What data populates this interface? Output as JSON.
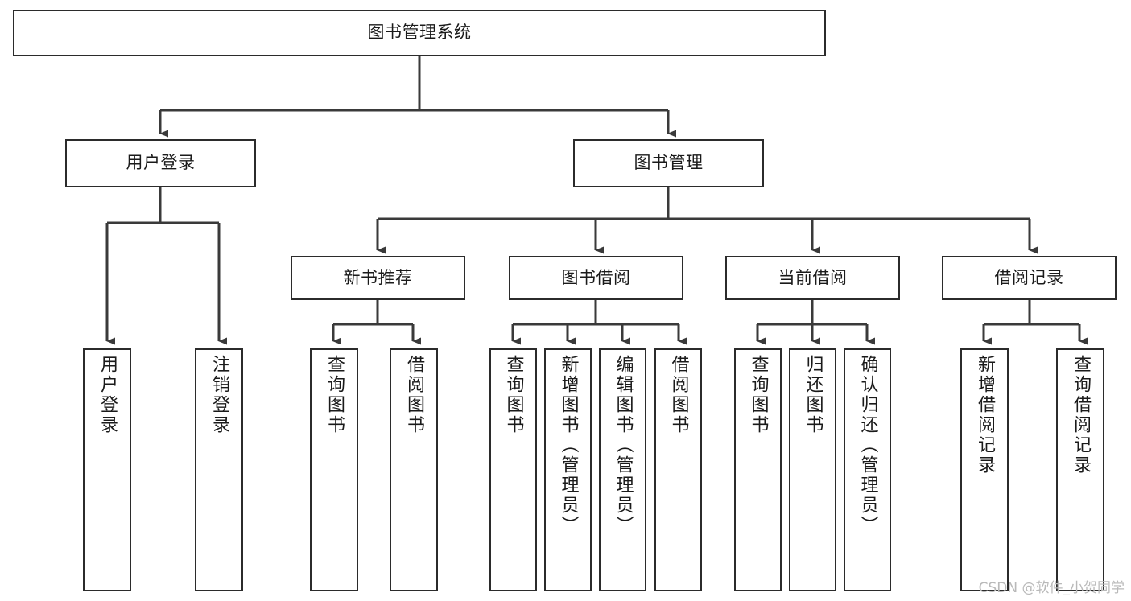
{
  "diagram": {
    "type": "tree-hierarchy",
    "title": "图书管理系统",
    "watermark": "CSDN @软件_小贺同学",
    "colors": {
      "node_border": "#2b2b2b",
      "node_fill": "#ffffff",
      "edge": "#3a3a3a",
      "text": "#1a1a1a",
      "watermark": "#b9b9b9",
      "background": "#ffffff"
    },
    "nodes": {
      "root": {
        "label": "图书管理系统",
        "level": 0,
        "orientation": "horizontal"
      },
      "user_login": {
        "label": "用户登录",
        "level": 1,
        "orientation": "horizontal"
      },
      "book_manage": {
        "label": "图书管理",
        "level": 1,
        "orientation": "horizontal"
      },
      "new_book_rec": {
        "label": "新书推荐",
        "level": 2,
        "orientation": "horizontal"
      },
      "book_borrow": {
        "label": "图书借阅",
        "level": 2,
        "orientation": "horizontal"
      },
      "current_borrow": {
        "label": "当前借阅",
        "level": 2,
        "orientation": "horizontal"
      },
      "borrow_record": {
        "label": "借阅记录",
        "level": 2,
        "orientation": "horizontal"
      },
      "leaf_user_login": {
        "label": "用户登录",
        "level": 3,
        "orientation": "vertical"
      },
      "leaf_logout": {
        "label": "注销登录",
        "level": 3,
        "orientation": "vertical"
      },
      "leaf_query_book_1": {
        "label": "查询图书",
        "level": 3,
        "orientation": "vertical"
      },
      "leaf_borrow_book_1": {
        "label": "借阅图书",
        "level": 3,
        "orientation": "vertical"
      },
      "leaf_query_book_2": {
        "label": "查询图书",
        "level": 3,
        "orientation": "vertical"
      },
      "leaf_add_book": {
        "label": "新增图书（管理员）",
        "level": 3,
        "orientation": "vertical"
      },
      "leaf_edit_book": {
        "label": "编辑图书（管理员）",
        "level": 3,
        "orientation": "vertical"
      },
      "leaf_borrow_book_2": {
        "label": "借阅图书",
        "level": 3,
        "orientation": "vertical"
      },
      "leaf_query_book_3": {
        "label": "查询图书",
        "level": 3,
        "orientation": "vertical"
      },
      "leaf_return_book": {
        "label": "归还图书",
        "level": 3,
        "orientation": "vertical"
      },
      "leaf_confirm_return": {
        "label": "确认归还（管理员）",
        "level": 3,
        "orientation": "vertical"
      },
      "leaf_add_record": {
        "label": "新增借阅记录",
        "level": 3,
        "orientation": "vertical"
      },
      "leaf_query_record": {
        "label": "查询借阅记录",
        "level": 3,
        "orientation": "vertical"
      }
    },
    "edges": [
      {
        "from": "root",
        "to": "user_login"
      },
      {
        "from": "root",
        "to": "book_manage"
      },
      {
        "from": "user_login",
        "to": "leaf_user_login"
      },
      {
        "from": "user_login",
        "to": "leaf_logout"
      },
      {
        "from": "book_manage",
        "to": "new_book_rec"
      },
      {
        "from": "book_manage",
        "to": "book_borrow"
      },
      {
        "from": "book_manage",
        "to": "current_borrow"
      },
      {
        "from": "book_manage",
        "to": "borrow_record"
      },
      {
        "from": "new_book_rec",
        "to": "leaf_query_book_1"
      },
      {
        "from": "new_book_rec",
        "to": "leaf_borrow_book_1"
      },
      {
        "from": "book_borrow",
        "to": "leaf_query_book_2"
      },
      {
        "from": "book_borrow",
        "to": "leaf_add_book"
      },
      {
        "from": "book_borrow",
        "to": "leaf_edit_book"
      },
      {
        "from": "book_borrow",
        "to": "leaf_borrow_book_2"
      },
      {
        "from": "current_borrow",
        "to": "leaf_query_book_3"
      },
      {
        "from": "current_borrow",
        "to": "leaf_return_book"
      },
      {
        "from": "current_borrow",
        "to": "leaf_confirm_return"
      },
      {
        "from": "borrow_record",
        "to": "leaf_add_record"
      },
      {
        "from": "borrow_record",
        "to": "leaf_query_record"
      }
    ]
  }
}
